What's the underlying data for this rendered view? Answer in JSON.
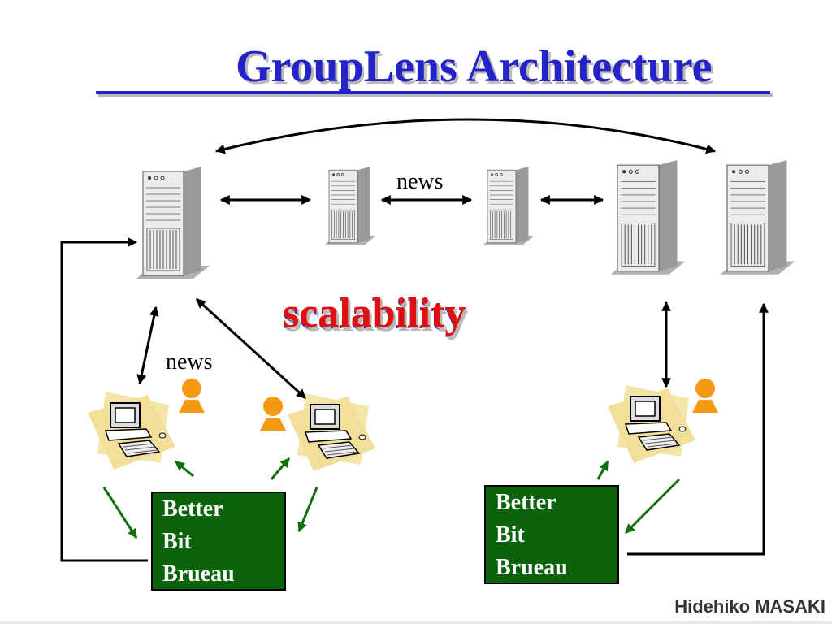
{
  "slide": {
    "title": "GroupLens Architecture",
    "overlay_text_back": "scalability",
    "overlay_text_front": "scalability",
    "news_top": "news",
    "news_left": "news",
    "bbb_left": [
      "Better",
      "Bit",
      "Brueau"
    ],
    "bbb_right": [
      "Better",
      "Bit",
      "Brueau"
    ],
    "author": "Hidehiko MASAKI"
  },
  "colors": {
    "title": "#2323c8",
    "overlay_red": "#e01010",
    "bbb_green": "#0a620a",
    "person_orange": "#f39a12",
    "arrow_green": "#0f6f0f"
  },
  "icons": [
    "server-icon",
    "workstation-icon",
    "person-icon"
  ]
}
